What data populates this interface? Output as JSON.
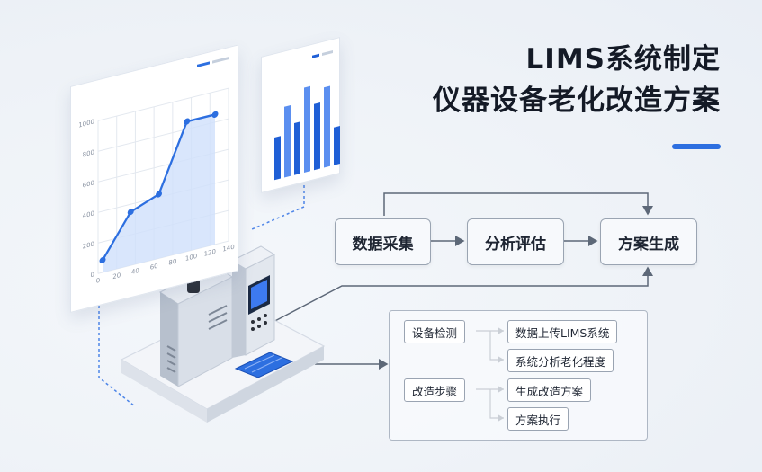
{
  "title": {
    "line1": "LIMS系统制定",
    "line2": "仪器设备老化改造方案"
  },
  "flow": {
    "step1": "数据采集",
    "step2": "分析评估",
    "step3": "方案生成"
  },
  "details": {
    "detect": "设备检测",
    "upload": "数据上传LIMS系统",
    "analyze": "系统分析老化程度",
    "steps": "改造步骤",
    "generate": "生成改造方案",
    "execute": "方案执行"
  },
  "line_chart": {
    "y_ticks": [
      "1000",
      "800",
      "600",
      "400",
      "200",
      "0"
    ],
    "x_ticks": [
      "0",
      "20",
      "40",
      "60",
      "80",
      "100",
      "120",
      "140"
    ],
    "values": [
      0.08,
      0.35,
      0.42,
      0.85,
      0.85
    ],
    "colors": {
      "line": "#2d6fe0",
      "fill": "#cfe0fb"
    }
  },
  "bar_chart": {
    "values": [
      0.45,
      0.75,
      0.55,
      0.9,
      0.7,
      0.85,
      0.4
    ],
    "colors": {
      "dark": "#1f5fd6",
      "light": "#5b8ff0"
    }
  },
  "icons": {
    "device": "lab-instrument-icon",
    "keyboard": "keypad-icon"
  }
}
